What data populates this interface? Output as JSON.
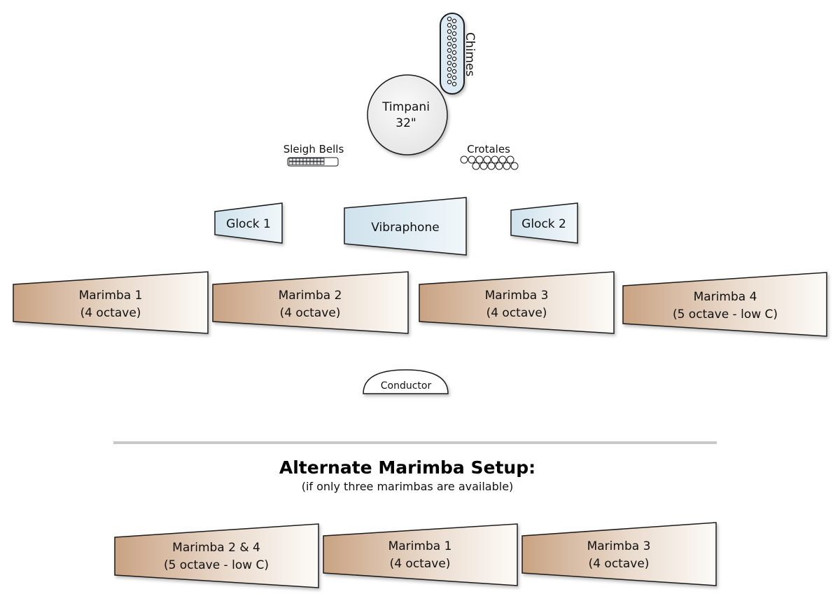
{
  "instruments": {
    "chimes": {
      "label": "Chimes"
    },
    "timpani": {
      "line1": "Timpani",
      "line2": "32\""
    },
    "sleigh_bells": {
      "label": "Sleigh Bells"
    },
    "crotales": {
      "label": "Crotales"
    },
    "glock1": {
      "label": "Glock 1"
    },
    "vibraphone": {
      "label": "Vibraphone"
    },
    "glock2": {
      "label": "Glock 2"
    },
    "marimba1": {
      "line1": "Marimba 1",
      "line2": "(4 octave)"
    },
    "marimba2": {
      "line1": "Marimba 2",
      "line2": "(4 octave)"
    },
    "marimba3": {
      "line1": "Marimba 3",
      "line2": "(4 octave)"
    },
    "marimba4": {
      "line1": "Marimba 4",
      "line2": "(5 octave - low C)"
    },
    "conductor": {
      "label": "Conductor"
    }
  },
  "alternate": {
    "title": "Alternate Marimba Setup:",
    "subtitle": "(if only three marimbas are available)",
    "marimba_2_4": {
      "line1": "Marimba 2 & 4",
      "line2": "(5 octave - low C)"
    },
    "marimba1": {
      "line1": "Marimba 1",
      "line2": "(4 octave)"
    },
    "marimba3": {
      "line1": "Marimba 3",
      "line2": "(4 octave)"
    }
  },
  "colors": {
    "wood_dark": "#c9a282",
    "wood_light": "#fdfaf6",
    "metal_fill": "#dcebf3",
    "metal_fill_light": "#edf5f9",
    "timpani_fill": "#f1f1f1",
    "divider": "#c8c8c8",
    "stroke": "#1a1a1a"
  }
}
